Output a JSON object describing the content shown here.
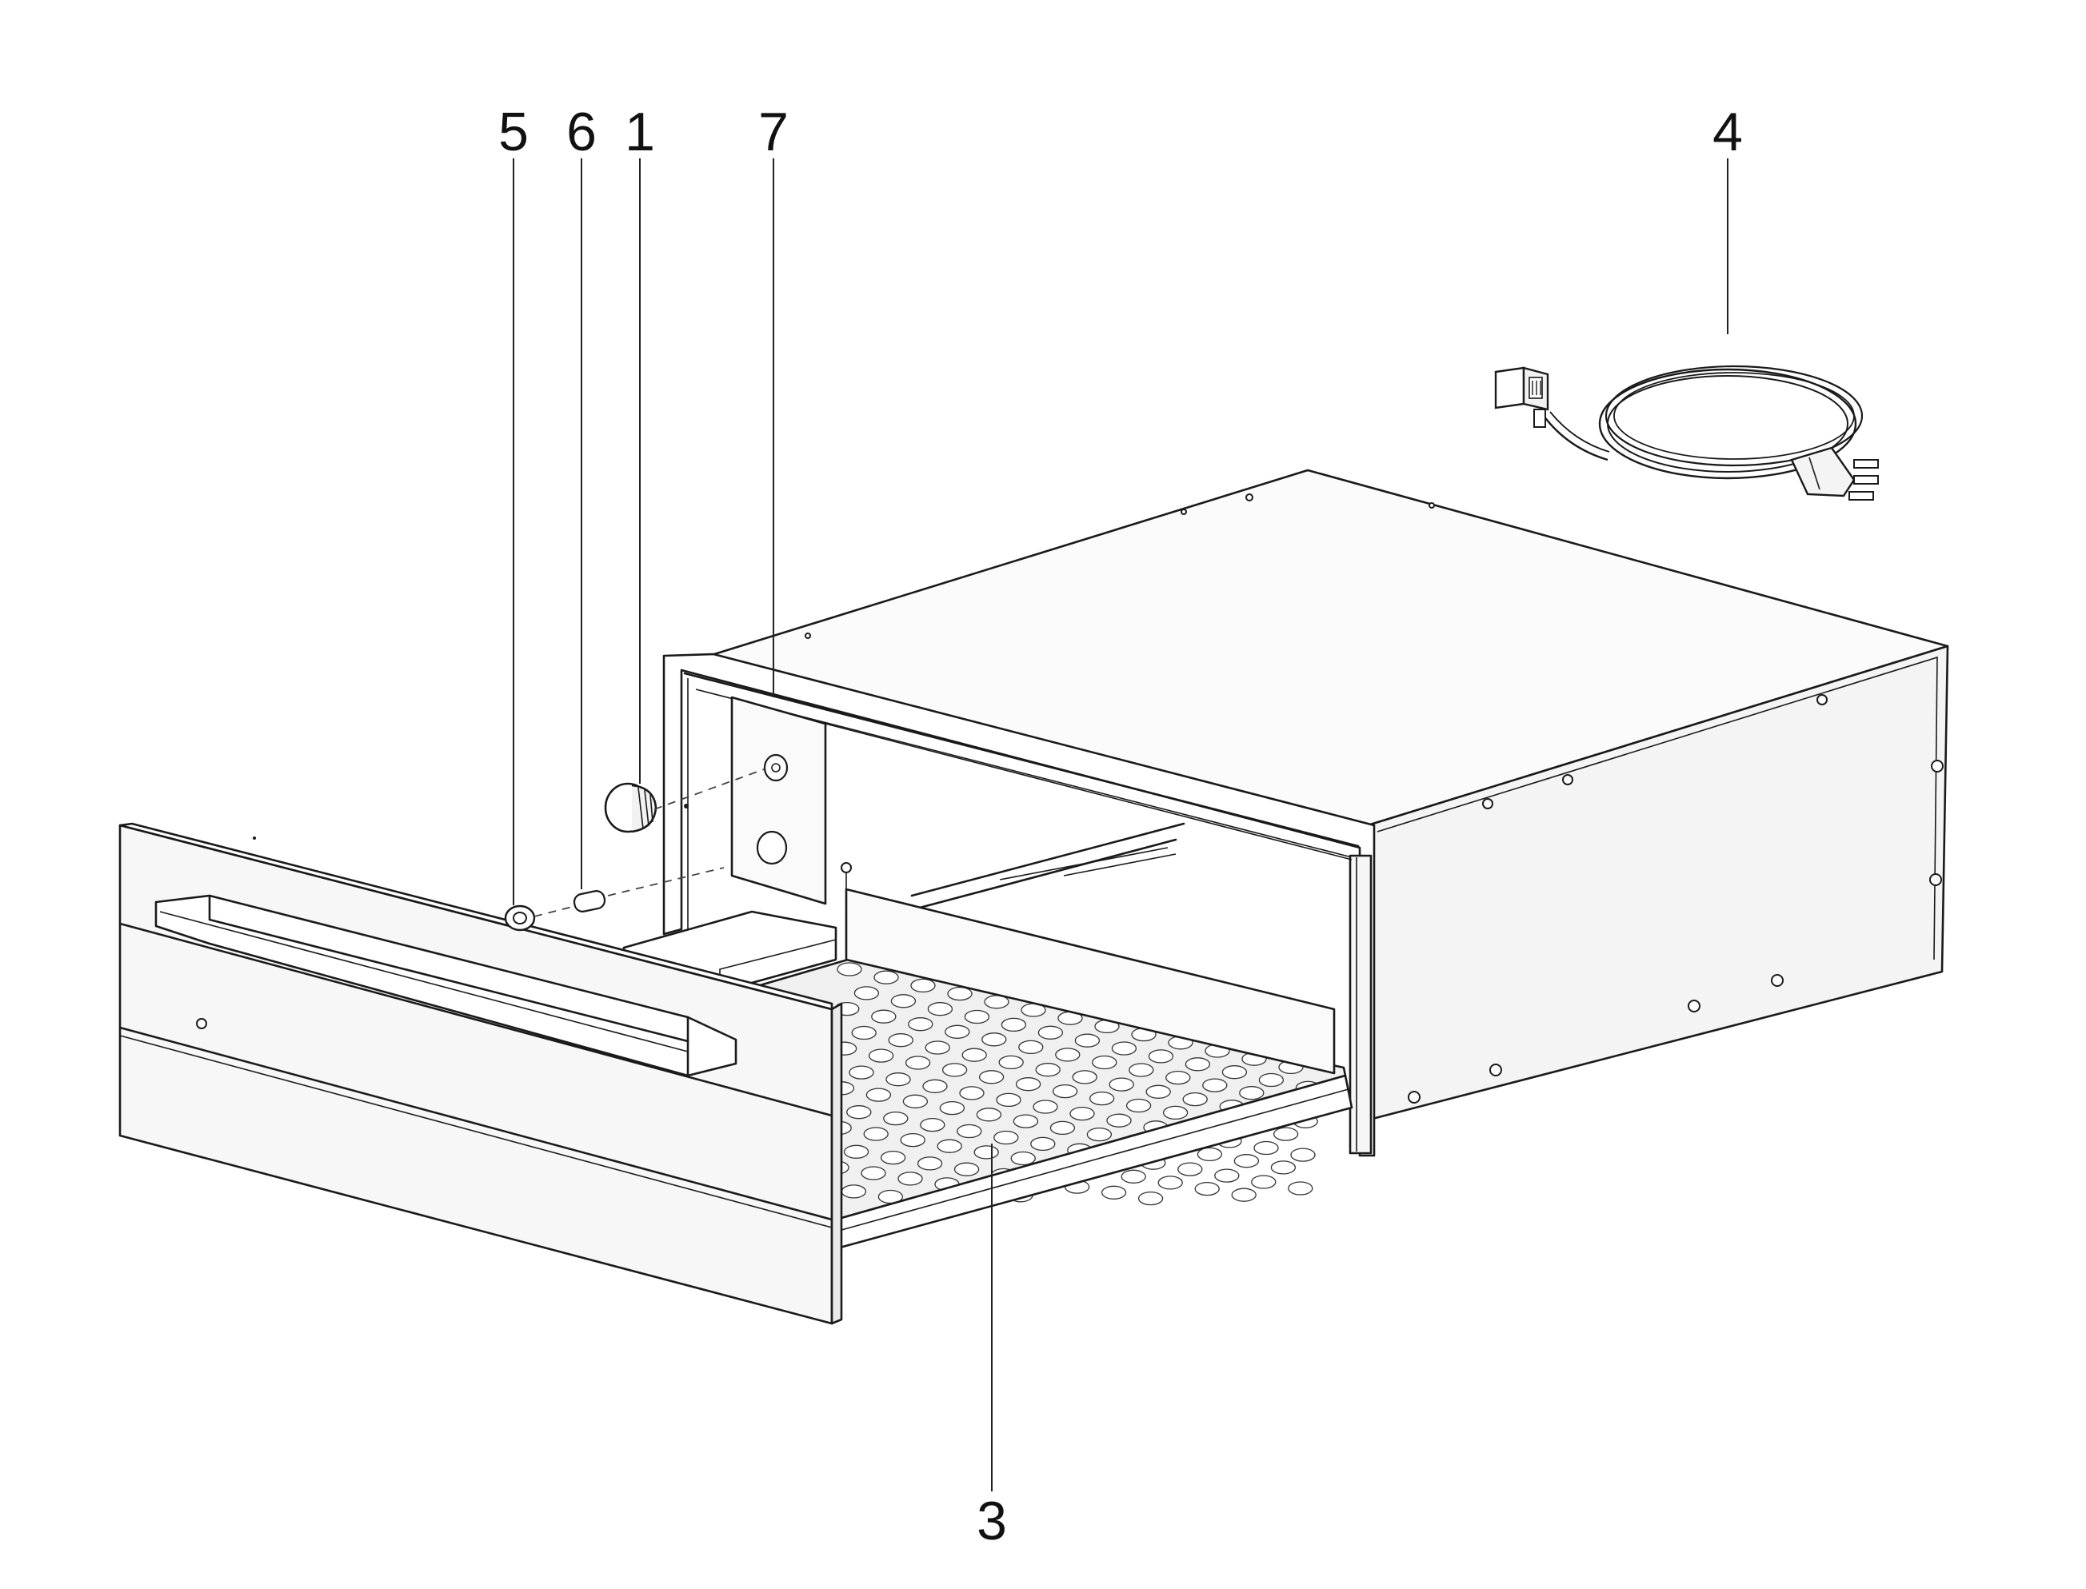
{
  "diagram": {
    "labels": {
      "knob": "1",
      "tray": "3",
      "power_cord": "4",
      "washer": "5",
      "pin": "6",
      "front_frame": "7"
    }
  }
}
